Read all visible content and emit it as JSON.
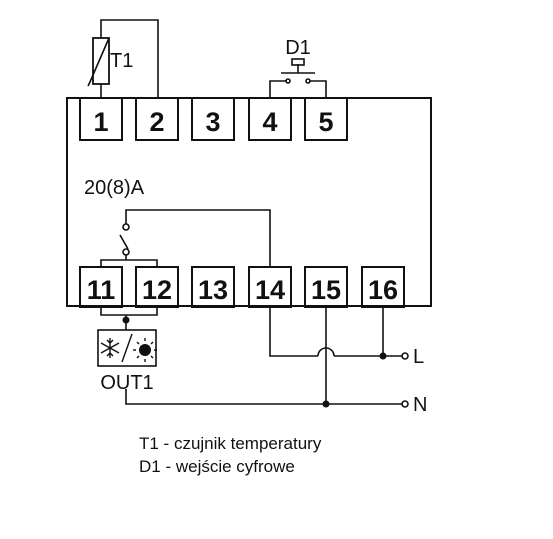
{
  "top_terminals": [
    "1",
    "2",
    "3",
    "4",
    "5"
  ],
  "bottom_terminals": [
    "11",
    "12",
    "13",
    "14",
    "15",
    "16"
  ],
  "labels": {
    "sensor": "T1",
    "digital_input": "D1",
    "relay_rating": "20(8)A",
    "output": "OUT1",
    "line": "L",
    "neutral": "N"
  },
  "legend": [
    "T1 - czujnik temperatury",
    "D1 - wejście cyfrowe"
  ],
  "icons": [
    "snowflake-icon",
    "sun-icon"
  ]
}
